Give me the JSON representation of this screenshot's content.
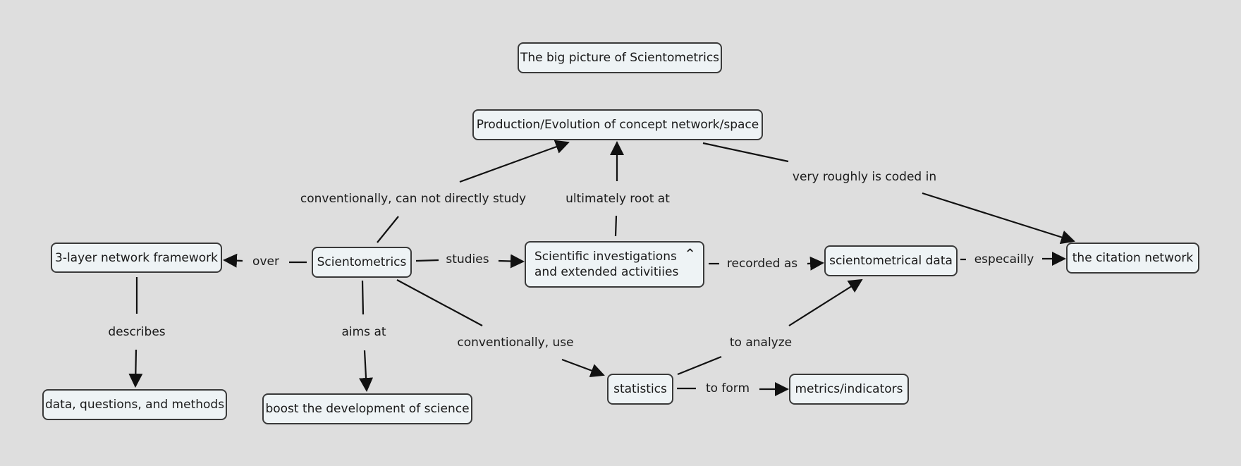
{
  "nodes": {
    "title": "The big picture of Scientometrics",
    "production": "Production/Evolution of concept network/space",
    "framework": "3-layer network framework",
    "scientometrics": "Scientometrics",
    "investigations_line1": "Scientific investigations",
    "investigations_line2": "and extended activitiies",
    "data": "scientometrical data",
    "citation": "the citation network",
    "dqm": "data, questions, and methods",
    "boost": "boost the development of science",
    "statistics": "statistics",
    "metrics": "metrics/indicators"
  },
  "labels": {
    "not_study": "conventionally, can not directly study",
    "root_at": "ultimately root at",
    "coded_in": "very roughly is coded in",
    "over": "over",
    "studies": "studies",
    "recorded_as": "recorded as",
    "especailly": "especailly",
    "describes": "describes",
    "aims_at": "aims at",
    "use": "conventionally, use",
    "to_analyze": "to analyze",
    "to_form": "to form"
  },
  "icons": {
    "collapse": "caret-up-icon"
  },
  "colors": {
    "background": "#dedede",
    "node_fill": "#eef3f5",
    "stroke": "#111111"
  }
}
